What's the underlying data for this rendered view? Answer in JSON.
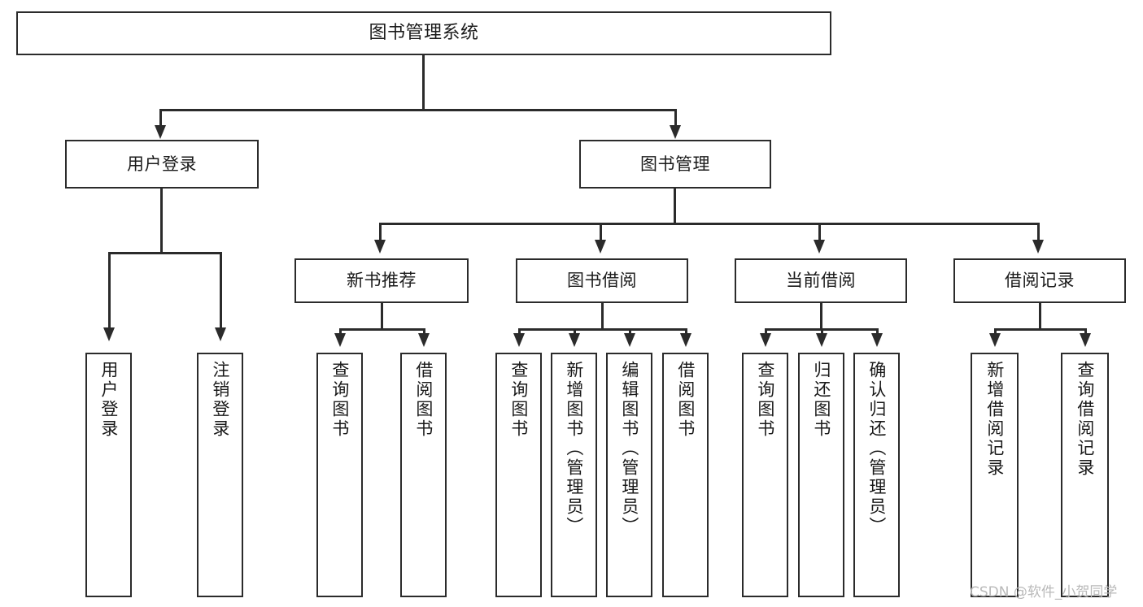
{
  "diagram": {
    "title": "图书管理系统",
    "type": "tree-hierarchy-chart",
    "root": {
      "label": "图书管理系统"
    },
    "level2": [
      {
        "label": "用户登录"
      },
      {
        "label": "图书管理"
      }
    ],
    "level3": [
      {
        "label": "新书推荐"
      },
      {
        "label": "图书借阅"
      },
      {
        "label": "当前借阅"
      },
      {
        "label": "借阅记录"
      }
    ],
    "leaves": {
      "user_login": [
        {
          "label": "用户登录"
        },
        {
          "label": "注销登录"
        }
      ],
      "new_book_recommend": [
        {
          "label": "查询图书"
        },
        {
          "label": "借阅图书"
        }
      ],
      "book_borrow": [
        {
          "label": "查询图书"
        },
        {
          "label": "新增图书（管理员）"
        },
        {
          "label": "编辑图书（管理员）"
        },
        {
          "label": "借阅图书"
        }
      ],
      "current_borrow": [
        {
          "label": "查询图书"
        },
        {
          "label": "归还图书"
        },
        {
          "label": "确认归还（管理员）"
        }
      ],
      "borrow_record": [
        {
          "label": "新增借阅记录"
        },
        {
          "label": "查询借阅记录"
        }
      ]
    }
  },
  "watermark": {
    "text": "CSDN @软件_小贺同学"
  },
  "colors": {
    "background": "#ffffff",
    "border": "#2b2b2b",
    "text": "#1a1a1a",
    "watermark": "#b9b9b9"
  }
}
